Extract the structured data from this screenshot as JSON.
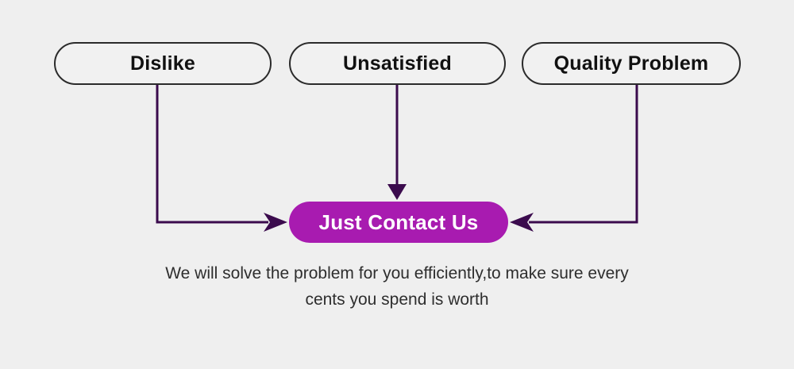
{
  "page": {
    "background_color": "#efefef",
    "title": "Just Contact Us service banner"
  },
  "reasons": [
    {
      "id": "dislike",
      "label": "Dislike"
    },
    {
      "id": "unsatisfied",
      "label": "Unsatisfied"
    },
    {
      "id": "quality-problem",
      "label": "Quality Problem"
    }
  ],
  "cta": {
    "label": "Just Contact Us",
    "background_color": "#a81bb0",
    "text_color": "#ffffff"
  },
  "caption": {
    "line1": "We will solve the problem for you efficiently,to make sure every",
    "line2": "cents you spend is worth",
    "text_color": "#2e2e2e"
  },
  "connectors": {
    "stroke_color": "#3b0b4d",
    "arrow_left": "arrow-right-icon",
    "arrow_middle": "arrow-down-icon",
    "arrow_right": "arrow-left-icon"
  }
}
